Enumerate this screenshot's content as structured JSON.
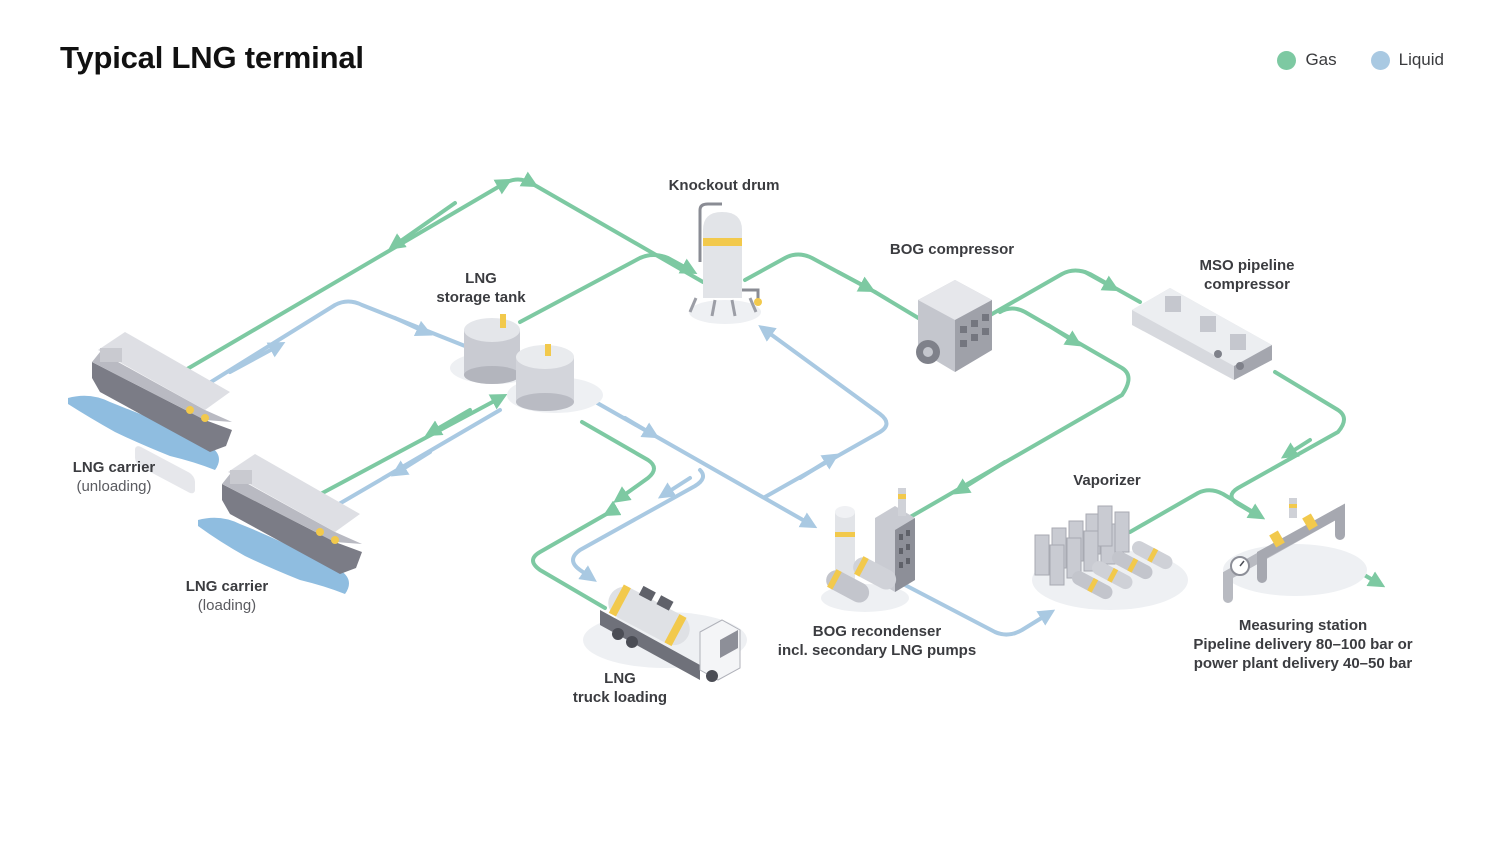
{
  "title": "Typical LNG terminal",
  "legend": {
    "gas": {
      "label": "Gas",
      "color": "#7dc9a2"
    },
    "liquid": {
      "label": "Liquid",
      "color": "#a9c9e2"
    }
  },
  "labels": {
    "carrier_unloading": {
      "name": "LNG carrier",
      "sub": "(unloading)"
    },
    "carrier_loading": {
      "name": "LNG carrier",
      "sub": "(loading)"
    },
    "storage_tank": {
      "line1": "LNG",
      "line2": "storage tank"
    },
    "knockout_drum": "Knockout drum",
    "bog_compressor": "BOG compressor",
    "mso_compressor": {
      "line1": "MSO pipeline",
      "line2": "compressor"
    },
    "vaporizer": "Vaporizer",
    "truck_loading": {
      "line1": "LNG",
      "line2": "truck loading"
    },
    "bog_recondenser": {
      "line1": "BOG recondenser",
      "line2": "incl. secondary LNG pumps"
    },
    "measuring_station": {
      "line1": "Measuring station",
      "line2": "Pipeline delivery 80–100 bar or",
      "line3": "power plant delivery 40–50 bar"
    }
  },
  "icons": [
    "ship-icon",
    "storage-tank-icon",
    "knockout-drum-icon",
    "compressor-icon",
    "recondenser-icon",
    "vaporizer-icon",
    "truck-icon",
    "measuring-station-icon"
  ]
}
